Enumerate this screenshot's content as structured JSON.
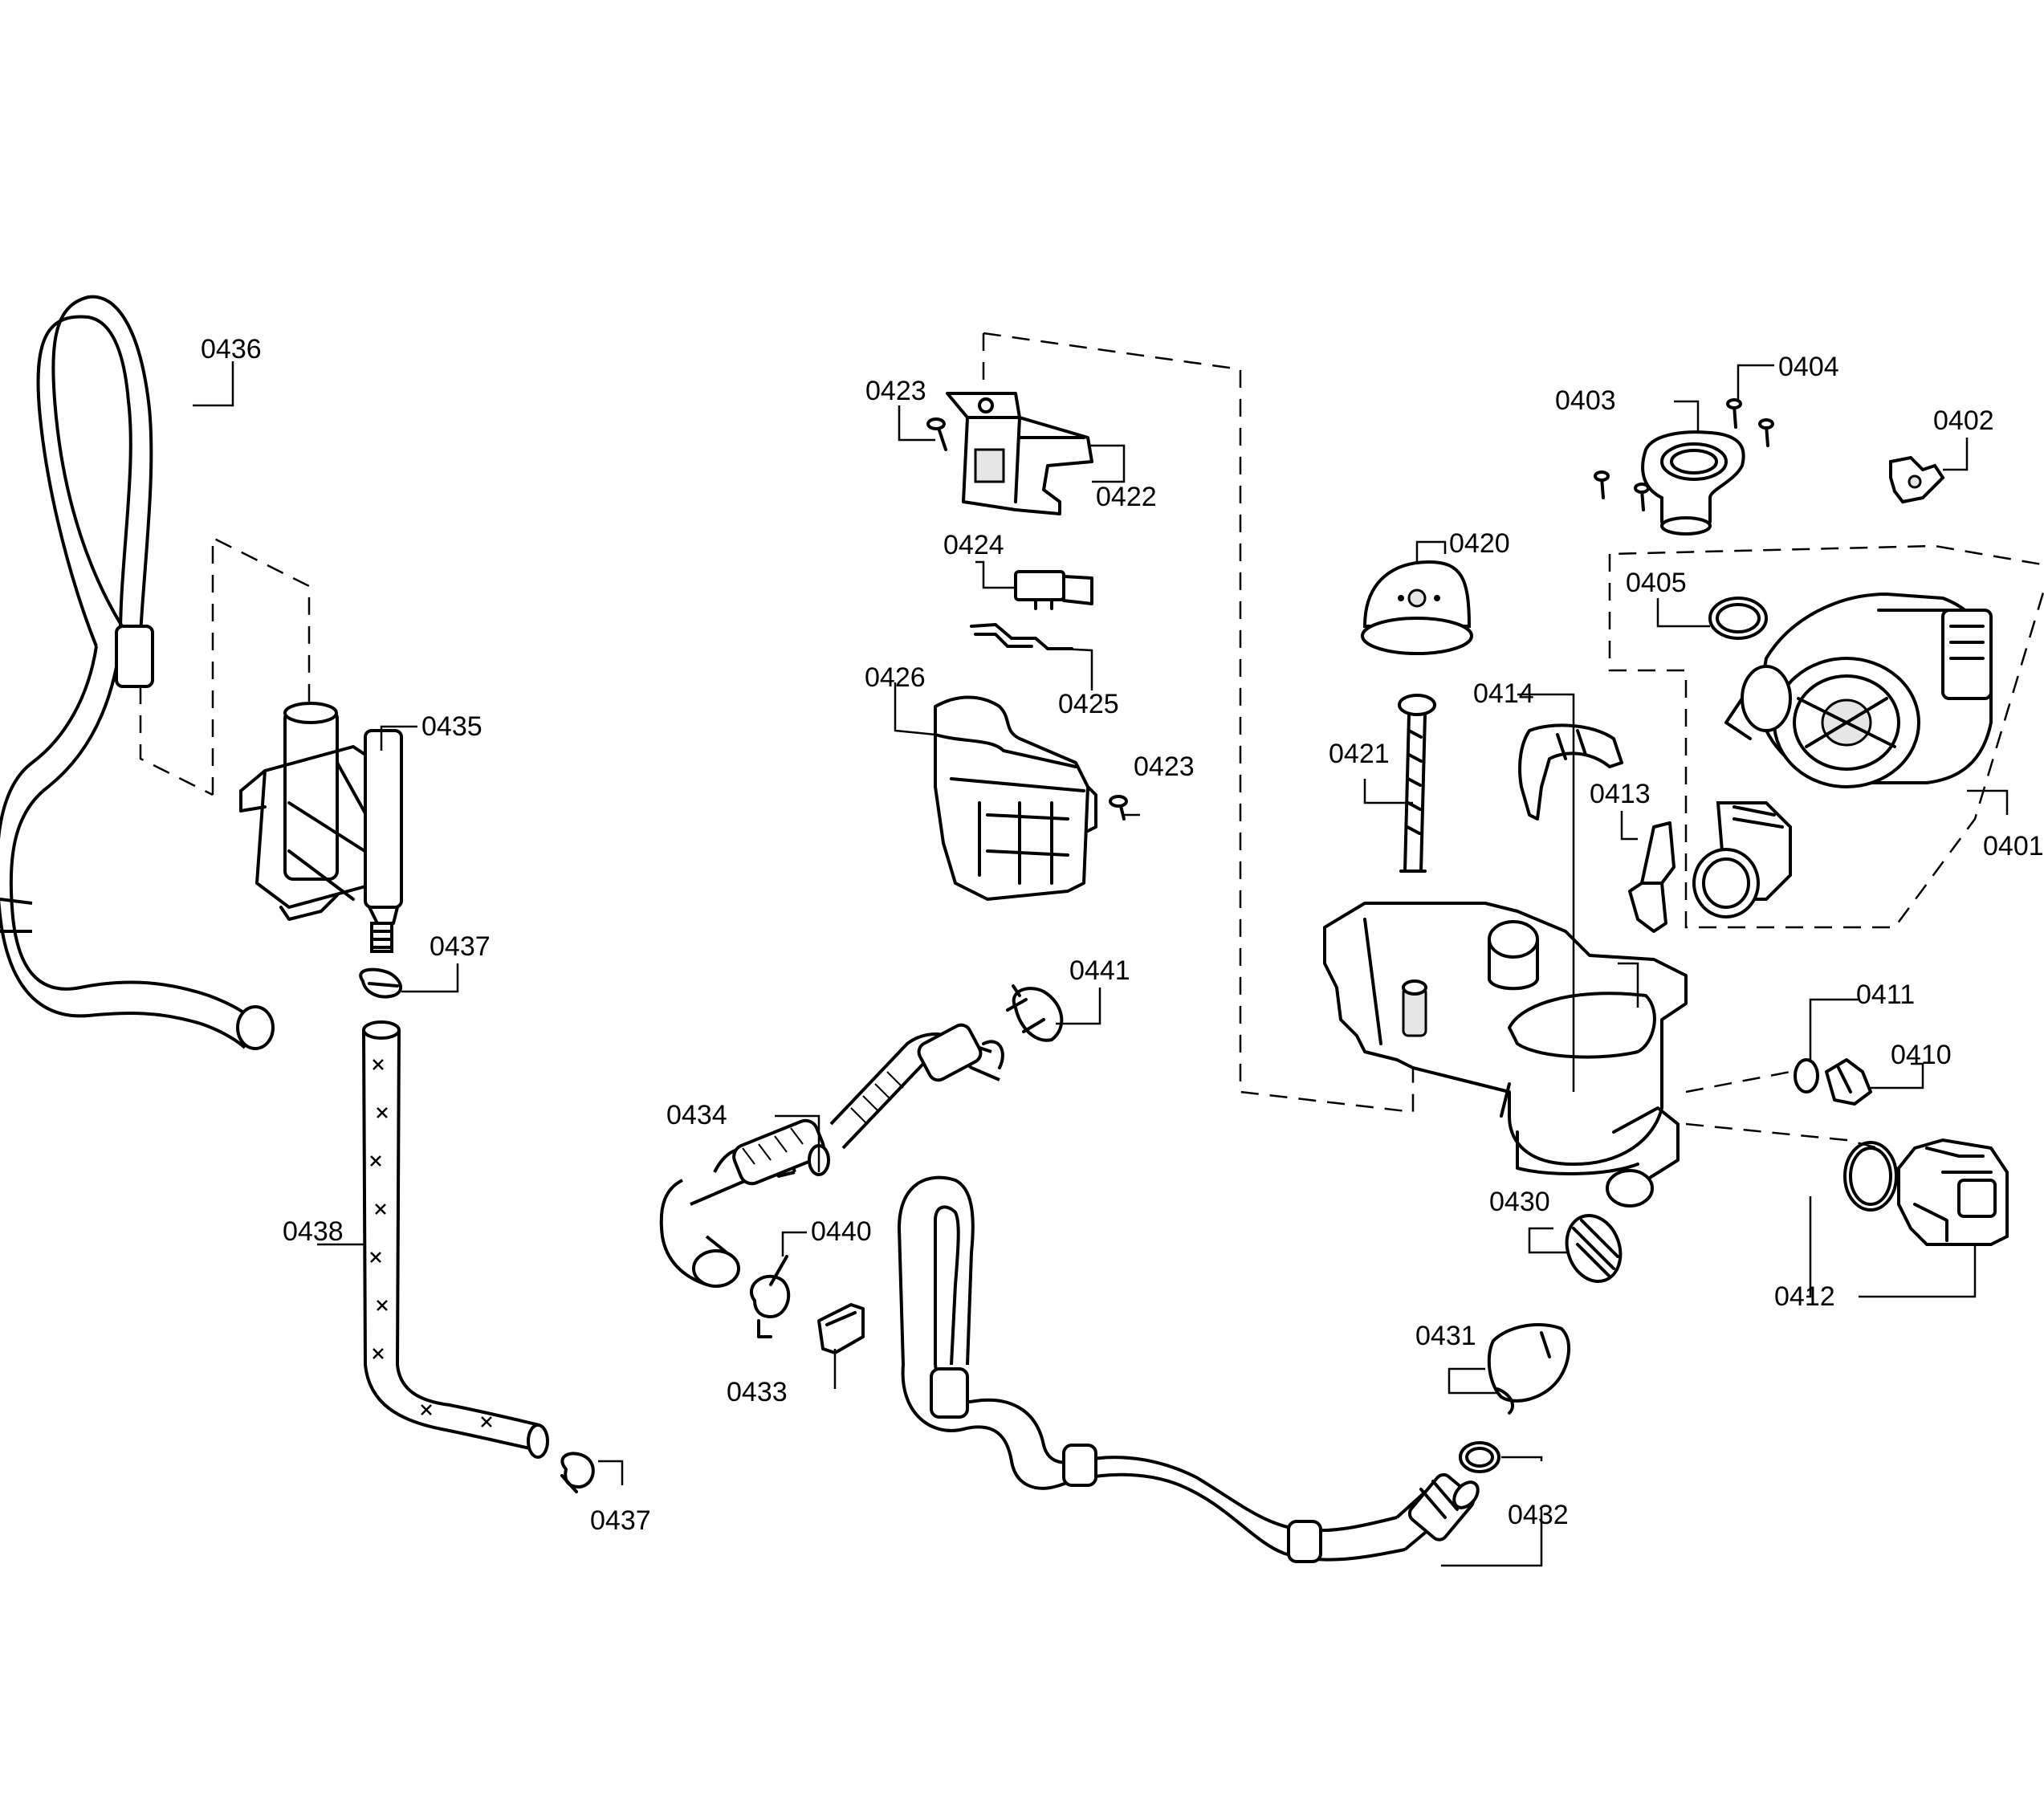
{
  "labels": {
    "p0401": "0401",
    "p0402": "0402",
    "p0403": "0403",
    "p0404": "0404",
    "p0405": "0405",
    "p0410": "0410",
    "p0411": "0411",
    "p0412": "0412",
    "p0413": "0413",
    "p0414": "0414",
    "p0420": "0420",
    "p0421": "0421",
    "p0422": "0422",
    "p0423a": "0423",
    "p0423b": "0423",
    "p0424": "0424",
    "p0425": "0425",
    "p0426": "0426",
    "p0430": "0430",
    "p0431": "0431",
    "p0432": "0432",
    "p0433": "0433",
    "p0434": "0434",
    "p0435": "0435",
    "p0436": "0436",
    "p0437a": "0437",
    "p0437b": "0437",
    "p0438": "0438",
    "p0440": "0440",
    "p0441": "0441"
  }
}
